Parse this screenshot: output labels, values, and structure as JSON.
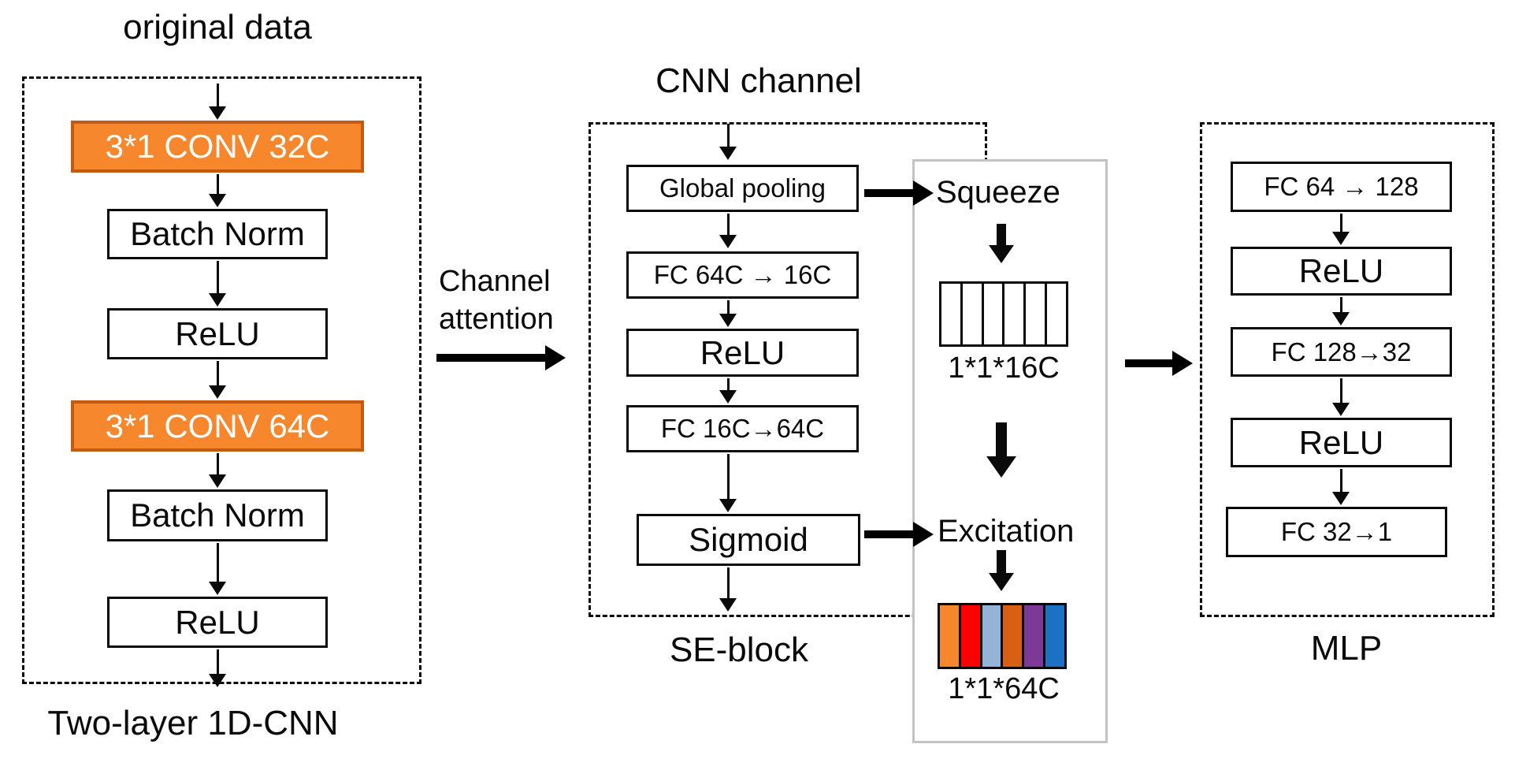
{
  "left": {
    "title": "original data",
    "caption": "Two-layer 1D-CNN",
    "boxes": [
      {
        "label": "3*1 CONV 32C",
        "type": "conv"
      },
      {
        "label": "Batch Norm",
        "type": "plain"
      },
      {
        "label": "ReLU",
        "type": "plain"
      },
      {
        "label": "3*1 CONV 64C",
        "type": "conv"
      },
      {
        "label": "Batch Norm",
        "type": "plain"
      },
      {
        "label": "ReLU",
        "type": "plain"
      }
    ]
  },
  "connector": {
    "line1": "Channel",
    "line2": "attention"
  },
  "cnn": {
    "title": "CNN channel",
    "caption": "SE-block",
    "boxes": [
      "Global pooling",
      "FC 64C → 16C",
      "ReLU",
      "FC 16C→64C",
      "Sigmoid"
    ]
  },
  "panel": {
    "squeeze": "Squeeze",
    "squeeze_tensor": "1*1*16C",
    "excitation": "Excitation",
    "excitation_tensor": "1*1*64C"
  },
  "mlp": {
    "caption": "MLP",
    "boxes": [
      "FC 64 → 128",
      "ReLU",
      "FC 128→32",
      "ReLU",
      "FC 32→1"
    ]
  },
  "colors": {
    "conv_fill": "#F6872D",
    "conv_border": "#C45911",
    "panel_border": "#C3C3C3",
    "squeeze_cells": [
      "#FFFFFF",
      "#FFFFFF",
      "#FFFFFF",
      "#FFFFFF",
      "#FFFFFF",
      "#FFFFFF"
    ],
    "excitation_cells": [
      "#F6872D",
      "#FE0000",
      "#95B3D7",
      "#D95F13",
      "#7C3A97",
      "#1B72C4"
    ]
  }
}
